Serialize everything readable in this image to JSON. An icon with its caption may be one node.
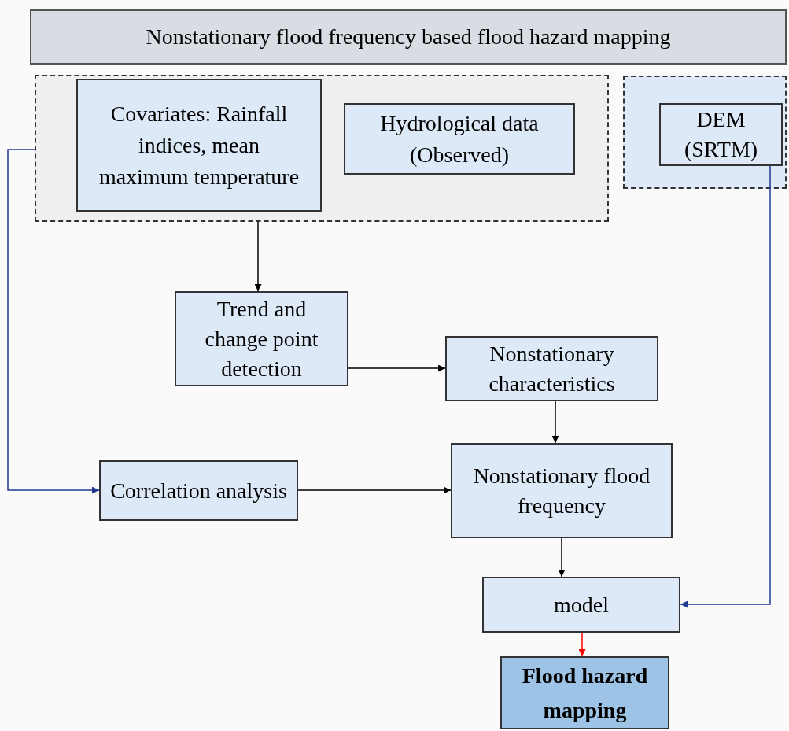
{
  "diagram": {
    "nodes": [
      {
        "text": [
          "Nonstationary flood frequency based flood hazard mapping"
        ]
      },
      {
        "text": [],
        "shape": "box"
      },
      {
        "text": [
          "Covariates: Rainfall indices, mean maximum temperature"
        ],
        "in": 1
      },
      {
        "text": [
          "Hydrological data (Observed)"
        ],
        "in": 1
      },
      {
        "text": [],
        "shape": "box"
      },
      {
        "text": [
          "DEM (SRTM)"
        ],
        "in": 4
      },
      {
        "text": [
          "Trend and change point detection"
        ]
      },
      {
        "text": [
          "Nonstationary characteristics"
        ]
      },
      {
        "text": [
          "Correlation analysis"
        ]
      },
      {
        "text": [
          "Nonstationary flood frequency"
        ]
      },
      {
        "text": [
          "model"
        ]
      },
      {
        "text": [
          "Flood hazard mapping"
        ]
      }
    ],
    "edges": [
      {
        "from": 1,
        "to": 6,
        "arrow": "to"
      },
      {
        "from": 1,
        "to": 8,
        "arrow": "to",
        "color": "#1f3a93"
      },
      {
        "from": 6,
        "to": 7,
        "arrow": "to"
      },
      {
        "from": 7,
        "to": 9,
        "arrow": "to"
      },
      {
        "from": 8,
        "to": 9,
        "arrow": "to"
      },
      {
        "from": 9,
        "to": 10,
        "arrow": "to"
      },
      {
        "from": 5,
        "to": 10,
        "arrow": "to",
        "color": "#1f3a93"
      },
      {
        "from": 10,
        "to": 11,
        "arrow": "to",
        "color": "#ff0000"
      }
    ]
  }
}
